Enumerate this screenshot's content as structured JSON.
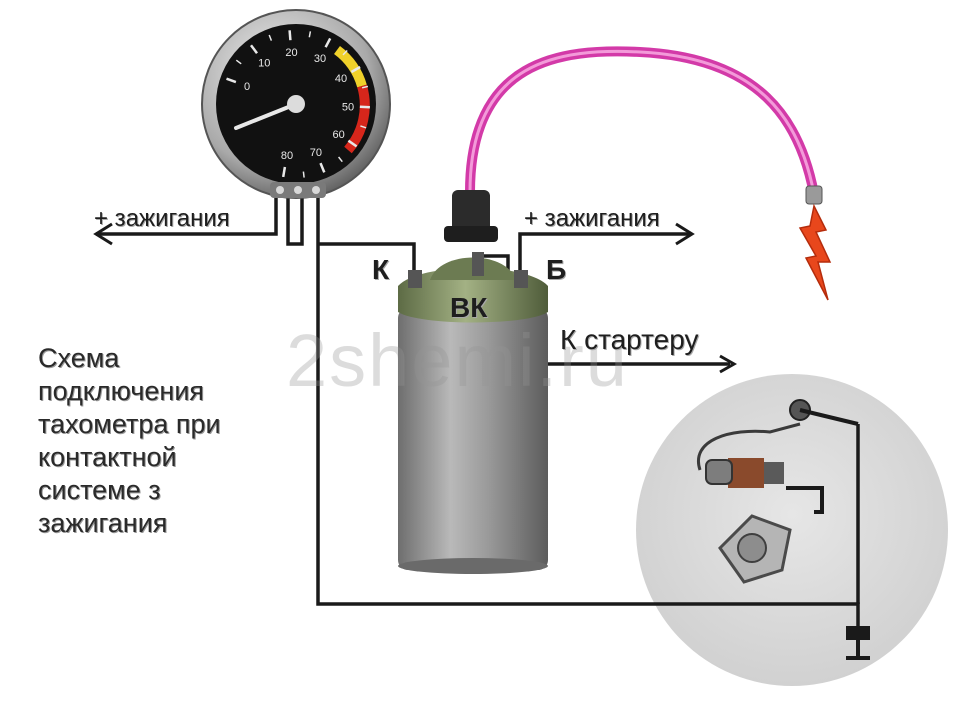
{
  "diagram": {
    "caption_lines": [
      "Схема",
      "подключения",
      "тахометра при",
      "контактной",
      "системе з",
      "зажигания"
    ],
    "left_ignition_label": "+ зажигания",
    "right_ignition_label": "+ зажигания",
    "terminal_k": "К",
    "terminal_b": "Б",
    "terminal_vk": "ВК",
    "starter_label": "К стартеру",
    "watermark": "2shemi.ru",
    "gauge_scale": [
      "0",
      "10",
      "20",
      "30",
      "40",
      "50",
      "60",
      "70",
      "80"
    ]
  },
  "colors": {
    "hv_wire": "#d33aa8",
    "wire": "#1a1a1a",
    "coil_body": "#8f8f8f",
    "coil_cap": "#7a8a5e",
    "gauge_face": "#111111",
    "spark": "#e8471c",
    "distributor_disc": "#dcdcdc"
  }
}
